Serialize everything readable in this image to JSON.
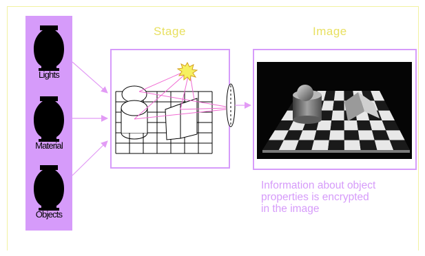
{
  "colors": {
    "accent": "#d69bfa",
    "heading": "#e8e060",
    "frame": "#f2f2a0",
    "arrow": "#e29bf5",
    "ray": "#f06ad2",
    "star": "#f6f060"
  },
  "sidebar": {
    "items": [
      {
        "label": "Lights",
        "icon": "jar-icon"
      },
      {
        "label": "Material",
        "icon": "jar-icon"
      },
      {
        "label": "Objects",
        "icon": "jar-icon"
      }
    ]
  },
  "stage": {
    "title": "Stage"
  },
  "image": {
    "title": "Image"
  },
  "caption": {
    "lines": [
      "Information about object",
      "properties is encrypted",
      "in the image"
    ]
  }
}
